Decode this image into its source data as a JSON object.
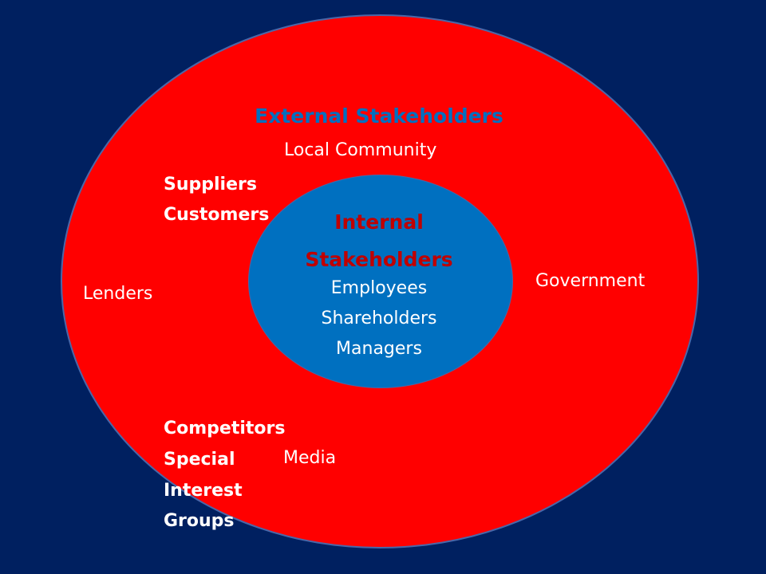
{
  "colors": {
    "background": "#002060",
    "external_circle": "#ff0000",
    "internal_circle": "#0070c0",
    "heading_text": "#0070c0",
    "internal_heading_text": "#c00000",
    "label_text": "#ffffff"
  },
  "external": {
    "title": "External Stakeholders",
    "local_community": "Local Community",
    "suppliers": "Suppliers",
    "customers": "Customers",
    "lenders": "Lenders",
    "government": "Government",
    "competitors": "Competitors",
    "special": "Special",
    "interest": "Interest",
    "groups": "Groups",
    "media": "Media"
  },
  "internal": {
    "title_line1": "Internal",
    "title_line2": "Stakeholders",
    "items": [
      "Employees",
      "Shareholders",
      "Managers"
    ]
  }
}
